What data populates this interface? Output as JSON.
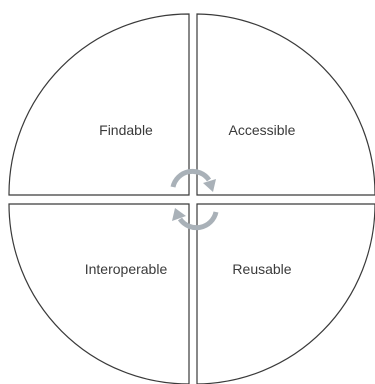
{
  "diagram": {
    "quadrants": [
      {
        "id": "top-left",
        "label": "Findable"
      },
      {
        "id": "top-right",
        "label": "Accessible"
      },
      {
        "id": "bottom-left",
        "label": "Interoperable"
      },
      {
        "id": "bottom-right",
        "label": "Reusable"
      }
    ],
    "colors": {
      "outline": "#3a3a3a",
      "fill": "#ffffff",
      "cycle_arrows": "#a9b1b8",
      "text": "#3a3a3a"
    },
    "cycle_icon": "circular-refresh-arrows"
  }
}
